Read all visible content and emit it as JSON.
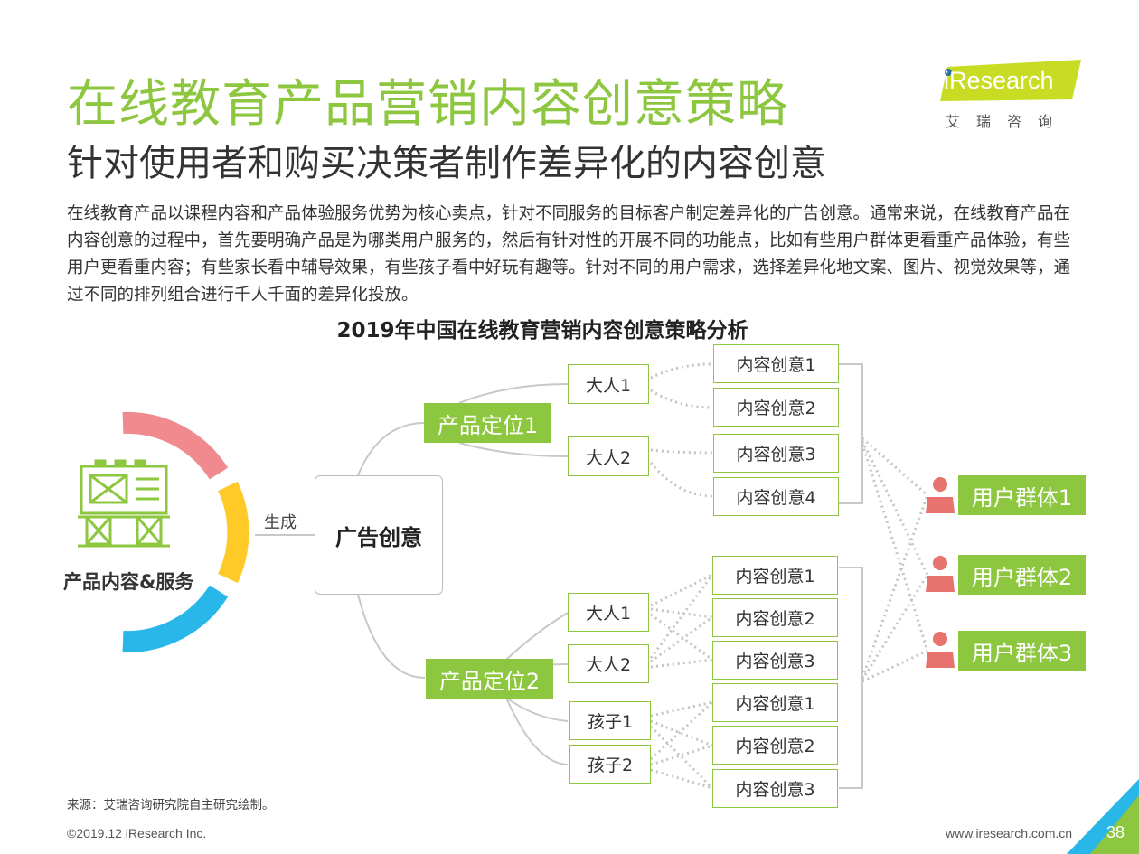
{
  "title": "在线教育产品营销内容创意策略",
  "subtitle": "针对使用者和购买决策者制作差异化的内容创意",
  "logo": {
    "brand": "iResearch",
    "cn": "艾瑞咨询"
  },
  "paragraph": "在线教育产品以课程内容和产品体验服务优势为核心卖点，针对不同服务的目标客户制定差异化的广告创意。通常来说，在线教育产品在内容创意的过程中，首先要明确产品是为哪类用户服务的，然后有针对性的开展不同的功能点，比如有些用户群体更看重产品体验，有些用户更看重内容；有些家长看中辅导效果，有些孩子看中好玩有趣等。针对不同的用户需求，选择差异化地文案、图片、视觉效果等，通过不同的排列组合进行千人千面的差异化投放。",
  "chart_title": "2019年中国在线教育营销内容创意策略分析",
  "diagram": {
    "source_label": "产品内容&服务",
    "edge_label": "生成",
    "core": "广告创意",
    "positioning": [
      "产品定位1",
      "产品定位2"
    ],
    "group1_people": [
      "大人1",
      "大人2"
    ],
    "group1_content": [
      "内容创意1",
      "内容创意2",
      "内容创意3",
      "内容创意4"
    ],
    "group2_people": [
      "大人1",
      "大人2",
      "孩子1",
      "孩子2"
    ],
    "group2_content_a": [
      "内容创意1",
      "内容创意2",
      "内容创意3"
    ],
    "group2_content_b": [
      "内容创意1",
      "内容创意2",
      "内容创意3"
    ],
    "user_groups": [
      "用户群体1",
      "用户群体2",
      "用户群体3"
    ]
  },
  "colors": {
    "accent_green": "#8dc63f",
    "ring_pink": "#f08a8e",
    "ring_yellow": "#ffc928",
    "ring_blue": "#29b6e8",
    "user_icon": "#e8736e"
  },
  "footer": {
    "source": "来源：艾瑞咨询研究院自主研究绘制。",
    "copyright": "©2019.12 iResearch Inc.",
    "website": "www.iresearch.com.cn",
    "page": "38"
  }
}
